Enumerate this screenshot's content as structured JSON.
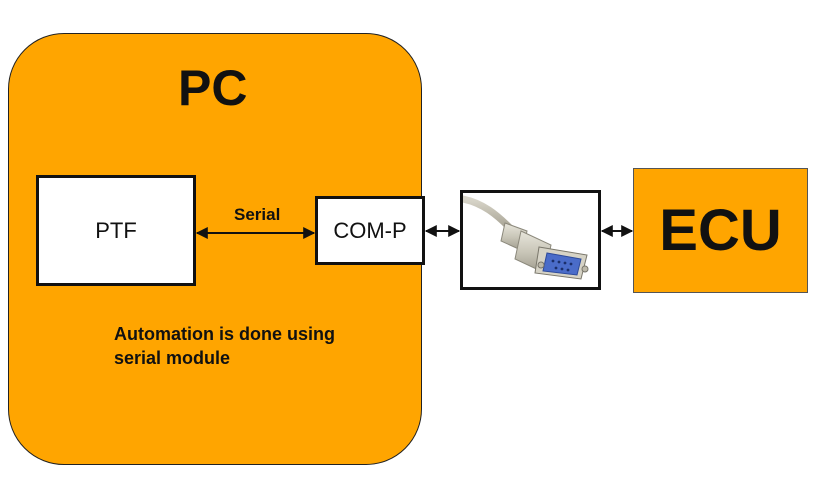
{
  "pc": {
    "title": "PC"
  },
  "ptf": {
    "label": "PTF"
  },
  "serial": {
    "label": "Serial"
  },
  "comp": {
    "label": "COM-P"
  },
  "note": {
    "line1": "Automation is done using",
    "line2": "serial module"
  },
  "ecu": {
    "label": "ECU"
  },
  "colors": {
    "orange": "#ffa500",
    "stroke": "#111111"
  },
  "icons": {
    "cable": "serial-cable-connector-icon"
  }
}
